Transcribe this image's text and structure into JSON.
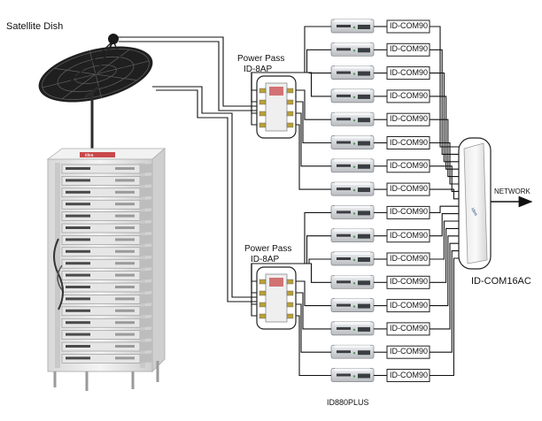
{
  "labels": {
    "satellite": "Satellite Dish",
    "power_pass_title": "Power Pass",
    "power_pass_model": "ID-8AP",
    "network": "NETWORK",
    "combiner": "ID-COM16AC",
    "receiver": "ID880PLUS",
    "modulator": "ID-COM90"
  },
  "rack_brand": "idea",
  "modulator_count": 16,
  "colors": {
    "line": "#111111",
    "box_border": "#222222",
    "receiver_body": "#d7d9dc",
    "receiver_dark": "#3a3d42",
    "rack_frame": "#e8e8e8",
    "dish": "#2b2b2b",
    "pass_accent": "#c8484a"
  }
}
